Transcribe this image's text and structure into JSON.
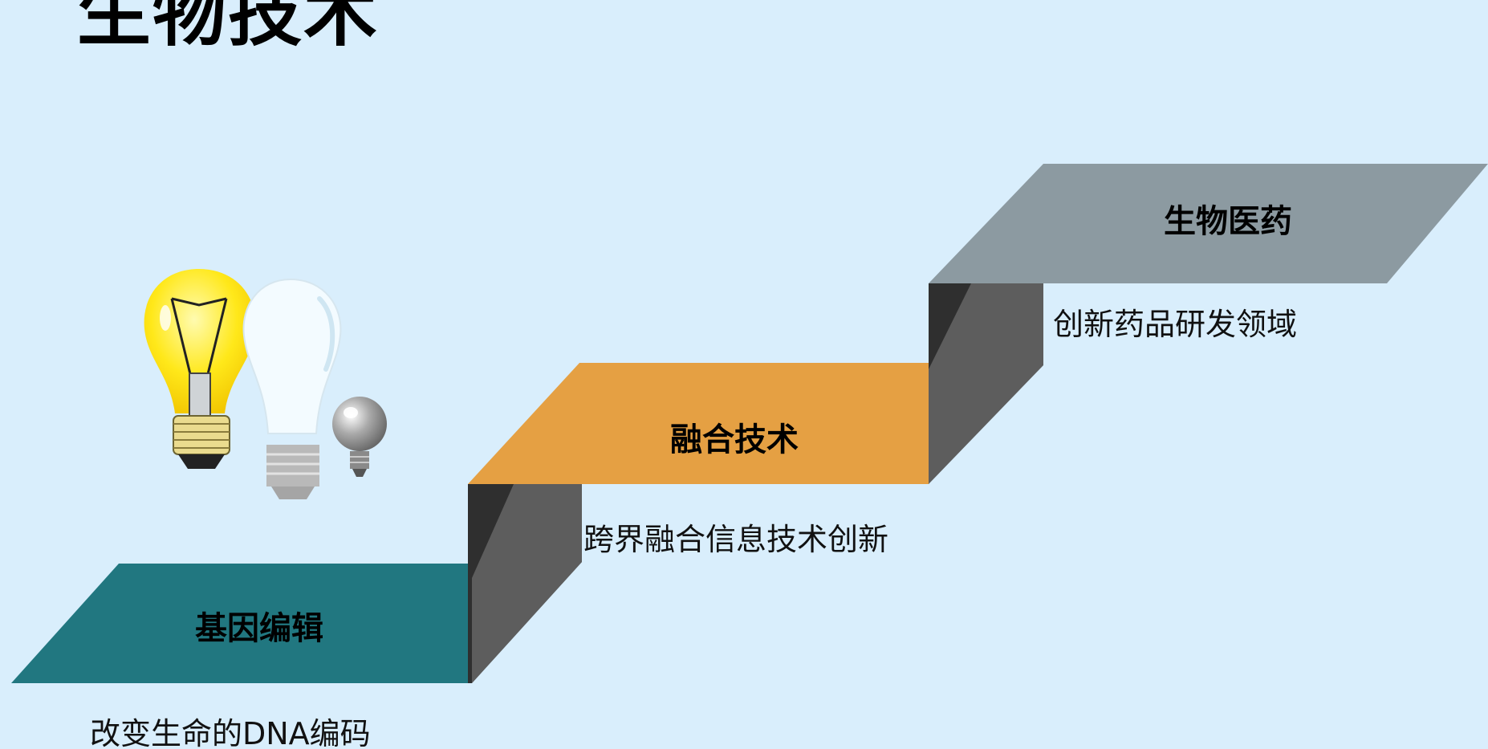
{
  "page": {
    "title": "生物技术"
  },
  "steps": [
    {
      "label": "基因编辑",
      "description": "改变生命的DNA编码",
      "color": "#217780"
    },
    {
      "label": "融合技术",
      "description": "跨界融合信息技术创新",
      "color": "#e5a043"
    },
    {
      "label": "生物医药",
      "description": "创新药品研发领域",
      "color": "#8c9aa1"
    }
  ],
  "colors": {
    "background": "#d9eefc",
    "riser_dark": "#2f2f2f",
    "riser_mid": "#5d5d5d",
    "bulb_lit": "#ffe81a"
  },
  "icons": [
    "lightbulb-lit-icon",
    "lightbulb-clear-icon",
    "lightbulb-small-icon"
  ]
}
